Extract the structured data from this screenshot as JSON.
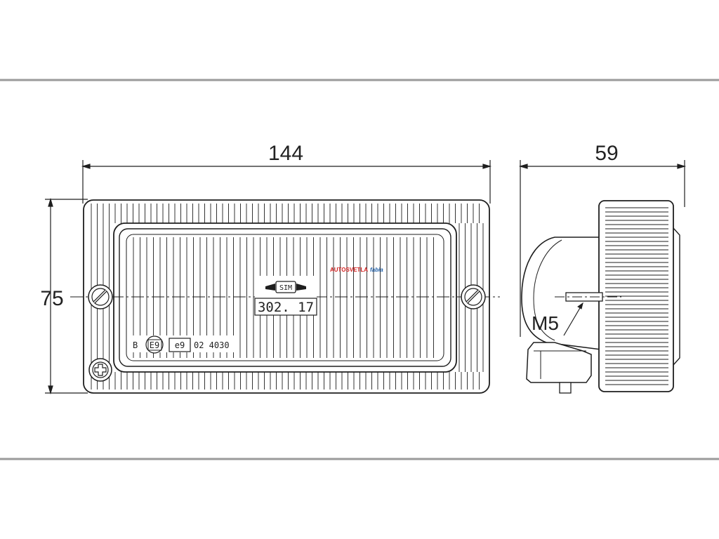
{
  "dimensions": {
    "width": "144",
    "depth": "59",
    "height": "75",
    "thread": "M5"
  },
  "front_view": {
    "maker_logo": "SIM",
    "model_number": "302. 17",
    "approval_class": "B",
    "approval_mark_1": "E9",
    "approval_mark_2": "e9",
    "approval_number": "02 4030"
  },
  "watermark": {
    "brand": "AUTOSVETLA",
    "suffix": "fabia"
  },
  "colors": {
    "frame_lines": "#9a9a9a",
    "drawing": "#1e1e1e",
    "watermark_red": "#d22020",
    "watermark_blue": "#1f5fa8"
  }
}
